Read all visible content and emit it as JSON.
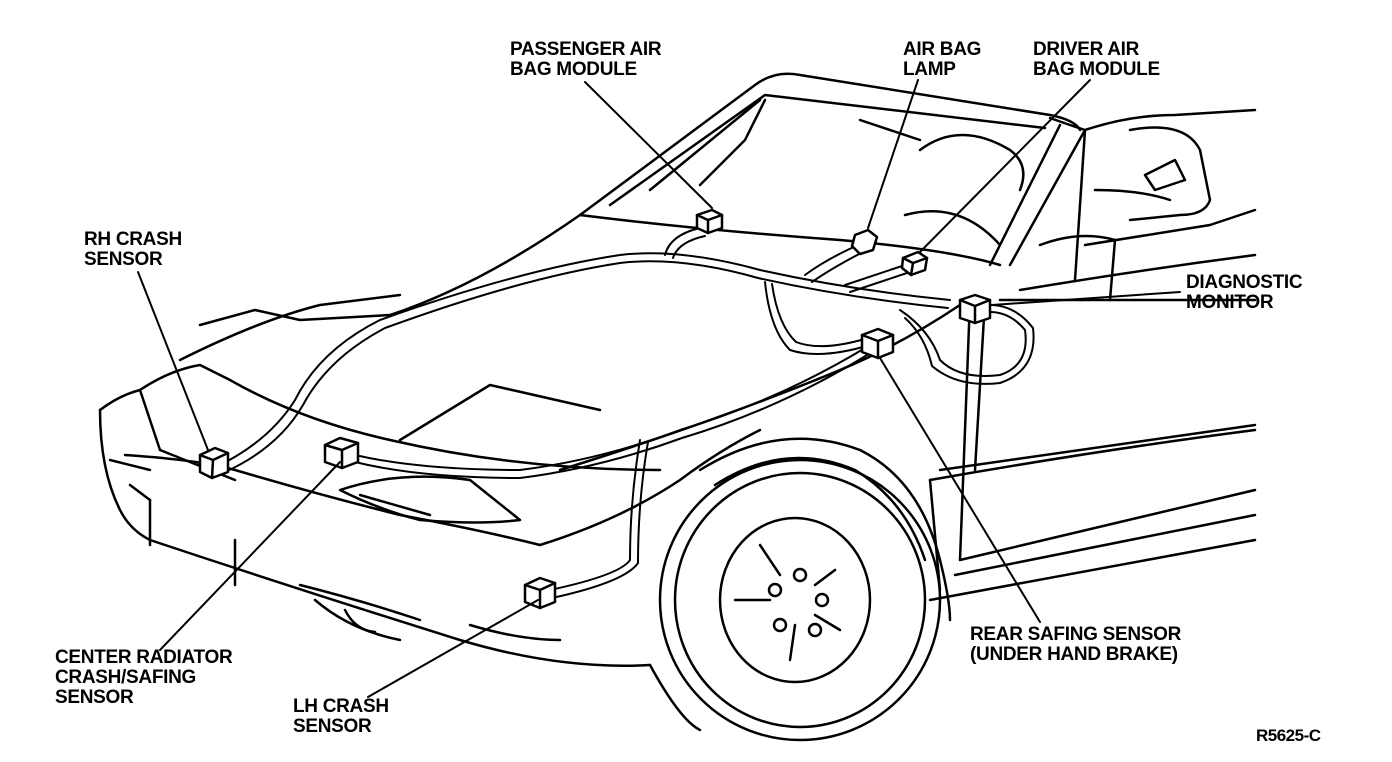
{
  "labels": {
    "passenger_air_bag_module": [
      "PASSENGER AIR",
      "BAG MODULE"
    ],
    "air_bag_lamp": [
      "AIR BAG",
      "LAMP"
    ],
    "driver_air_bag_module": [
      "DRIVER AIR",
      "BAG MODULE"
    ],
    "rh_crash_sensor": [
      "RH CRASH",
      "SENSOR"
    ],
    "diagnostic_monitor": [
      "DIAGNOSTIC",
      "MONITOR"
    ],
    "center_radiator_crash_safing_sensor": [
      "CENTER RADIATOR",
      "CRASH/SAFING",
      "SENSOR"
    ],
    "lh_crash_sensor": [
      "LH CRASH",
      "SENSOR"
    ],
    "rear_safing_sensor": [
      "REAR SAFING SENSOR",
      "(UNDER HAND BRAKE)"
    ]
  },
  "figure_id": "R5625-C",
  "colors": {
    "ink": "#000000",
    "background": "#ffffff"
  }
}
